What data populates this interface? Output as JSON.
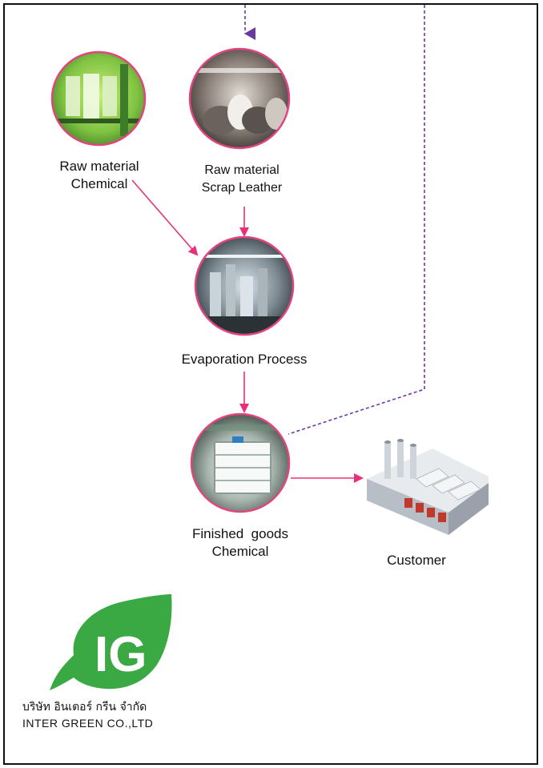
{
  "nodes": {
    "chemical_raw": {
      "line1": "Raw material",
      "line2": "Chemical"
    },
    "scrap_leather": {
      "line1": "Raw material",
      "line2": "Scrap Leather"
    },
    "evaporation": {
      "label": "Evaporation Process"
    },
    "finished": {
      "line1": "Finished  goods",
      "line2": "Chemical"
    },
    "customer": {
      "label": "Customer"
    }
  },
  "logo": {
    "mark": "IG",
    "thai_name": "บริษัท อินเตอร์ กรีน จำกัด",
    "english_name": "INTER GREEN CO.,LTD"
  },
  "colors": {
    "flow_arrow": "#e8307a",
    "return_arrow": "#6a3aa0",
    "node_ring": "#e0457f",
    "logo_green": "#3aa843"
  }
}
